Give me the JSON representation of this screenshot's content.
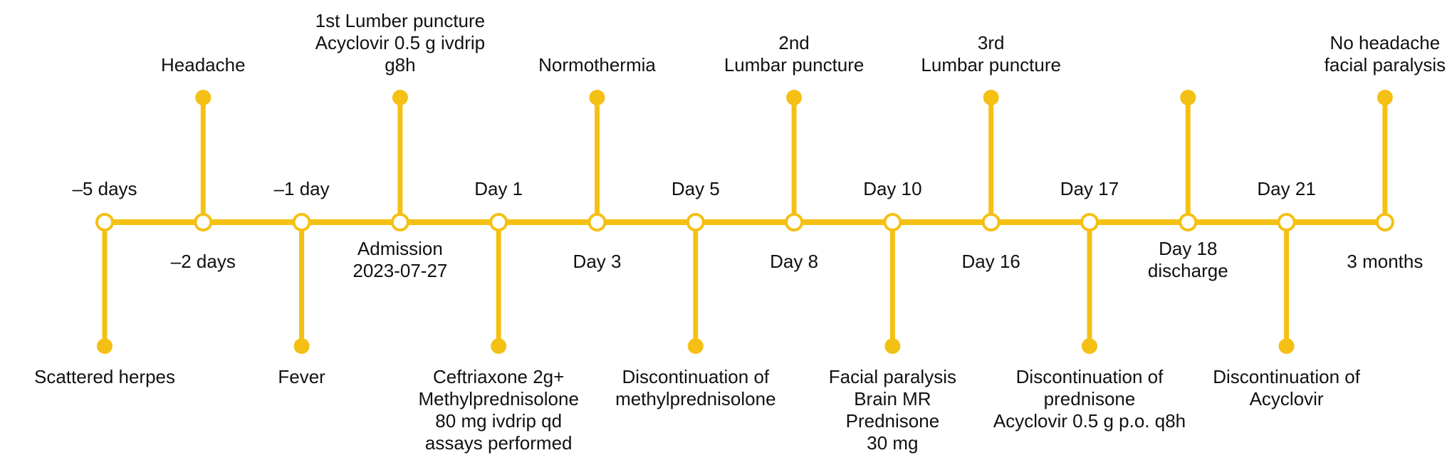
{
  "colors": {
    "accent": "#F5C014",
    "background": "#FFFFFF",
    "text": "#111111",
    "open_node_fill": "#FFFFFF"
  },
  "timeline": {
    "events": [
      {
        "time_label": "–5 days",
        "time_pos": "above",
        "event_lines": [
          "Scattered herpes"
        ],
        "event_pos": "below"
      },
      {
        "time_label": "–2 days",
        "time_pos": "below",
        "event_lines": [
          "Headache"
        ],
        "event_pos": "above"
      },
      {
        "time_label": "–1 day",
        "time_pos": "above",
        "event_lines": [
          "Fever"
        ],
        "event_pos": "below"
      },
      {
        "time_lines": [
          "Admission",
          "2023-07-27"
        ],
        "time_pos": "below",
        "event_lines": [
          "1st Lumber puncture",
          "Acyclovir 0.5 g ivdrip",
          "g8h"
        ],
        "event_pos": "above"
      },
      {
        "time_label": "Day 1",
        "time_pos": "above",
        "event_lines": [
          "Ceftriaxone 2g+",
          "Methylprednisolone",
          "80 mg ivdrip qd",
          "assays performed"
        ],
        "event_pos": "below"
      },
      {
        "time_label": "Day 3",
        "time_pos": "below",
        "event_lines": [
          "Normothermia"
        ],
        "event_pos": "above"
      },
      {
        "time_label": "Day 5",
        "time_pos": "above",
        "event_lines": [
          "Discontinuation of",
          "methylprednisolone"
        ],
        "event_pos": "below"
      },
      {
        "time_label": "Day 8",
        "time_pos": "below",
        "event_lines": [
          "2nd",
          "Lumbar puncture"
        ],
        "event_pos": "above"
      },
      {
        "time_label": "Day 10",
        "time_pos": "above",
        "event_lines": [
          "Facial paralysis",
          "Brain MR",
          "Prednisone",
          "30 mg"
        ],
        "event_pos": "below"
      },
      {
        "time_label": "Day 16",
        "time_pos": "below",
        "event_lines": [
          "3rd",
          "Lumbar puncture"
        ],
        "event_pos": "above"
      },
      {
        "time_label": "Day 17",
        "time_pos": "above",
        "event_lines": [
          "Discontinuation of",
          "prednisone",
          "Acyclovir 0.5 g p.o. q8h"
        ],
        "event_pos": "below"
      },
      {
        "time_lines": [
          "Day 18",
          "discharge"
        ],
        "time_pos": "below",
        "event_lines": [],
        "event_pos": "above"
      },
      {
        "time_label": "Day 21",
        "time_pos": "above",
        "event_lines": [
          "Discontinuation of",
          "Acyclovir"
        ],
        "event_pos": "below"
      },
      {
        "time_label": "3 months",
        "time_pos": "below",
        "event_lines": [
          "No headache",
          "facial paralysis"
        ],
        "event_pos": "above"
      }
    ]
  }
}
